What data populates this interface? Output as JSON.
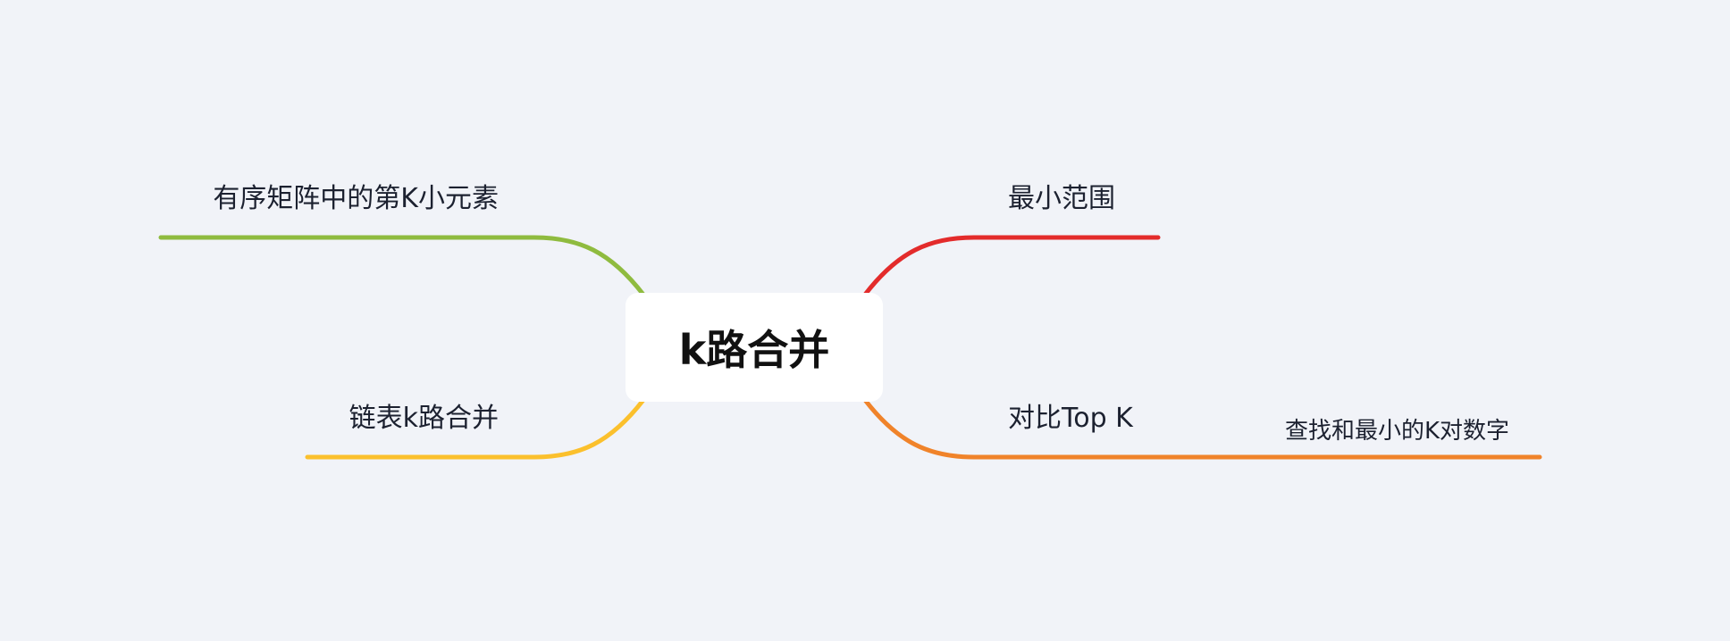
{
  "mindmap": {
    "root": {
      "label": "k路合并"
    },
    "branches": [
      {
        "key": "red",
        "label": "最小范围",
        "color": "#e32b2b"
      },
      {
        "key": "orange",
        "label": "对比Top K",
        "color": "#f0832a",
        "children": [
          {
            "label": "查找和最小的K对数字"
          }
        ]
      },
      {
        "key": "green",
        "label": "有序矩阵中的第K小元素",
        "color": "#8fbb3f"
      },
      {
        "key": "yellow",
        "label": "链表k路合并",
        "color": "#fbc02d"
      }
    ]
  }
}
